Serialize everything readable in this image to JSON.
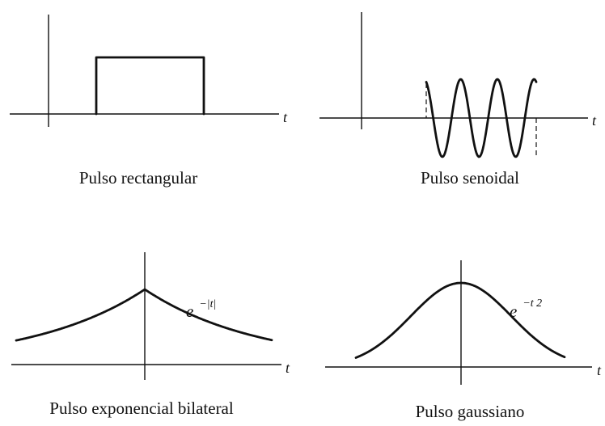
{
  "axis_variable": "t",
  "panels": {
    "rectangular": {
      "caption": "Pulso rectangular"
    },
    "sinusoidal": {
      "caption": "Pulso senoidal"
    },
    "exponential": {
      "caption": "Pulso exponencial bilateral",
      "formula_base": "e",
      "formula_exp": "−|t|"
    },
    "gaussian": {
      "caption": "Pulso gaussiano",
      "formula_base": "e",
      "formula_exp": "−t 2"
    }
  },
  "colors": {
    "ink": "#111111",
    "background": "#ffffff"
  }
}
